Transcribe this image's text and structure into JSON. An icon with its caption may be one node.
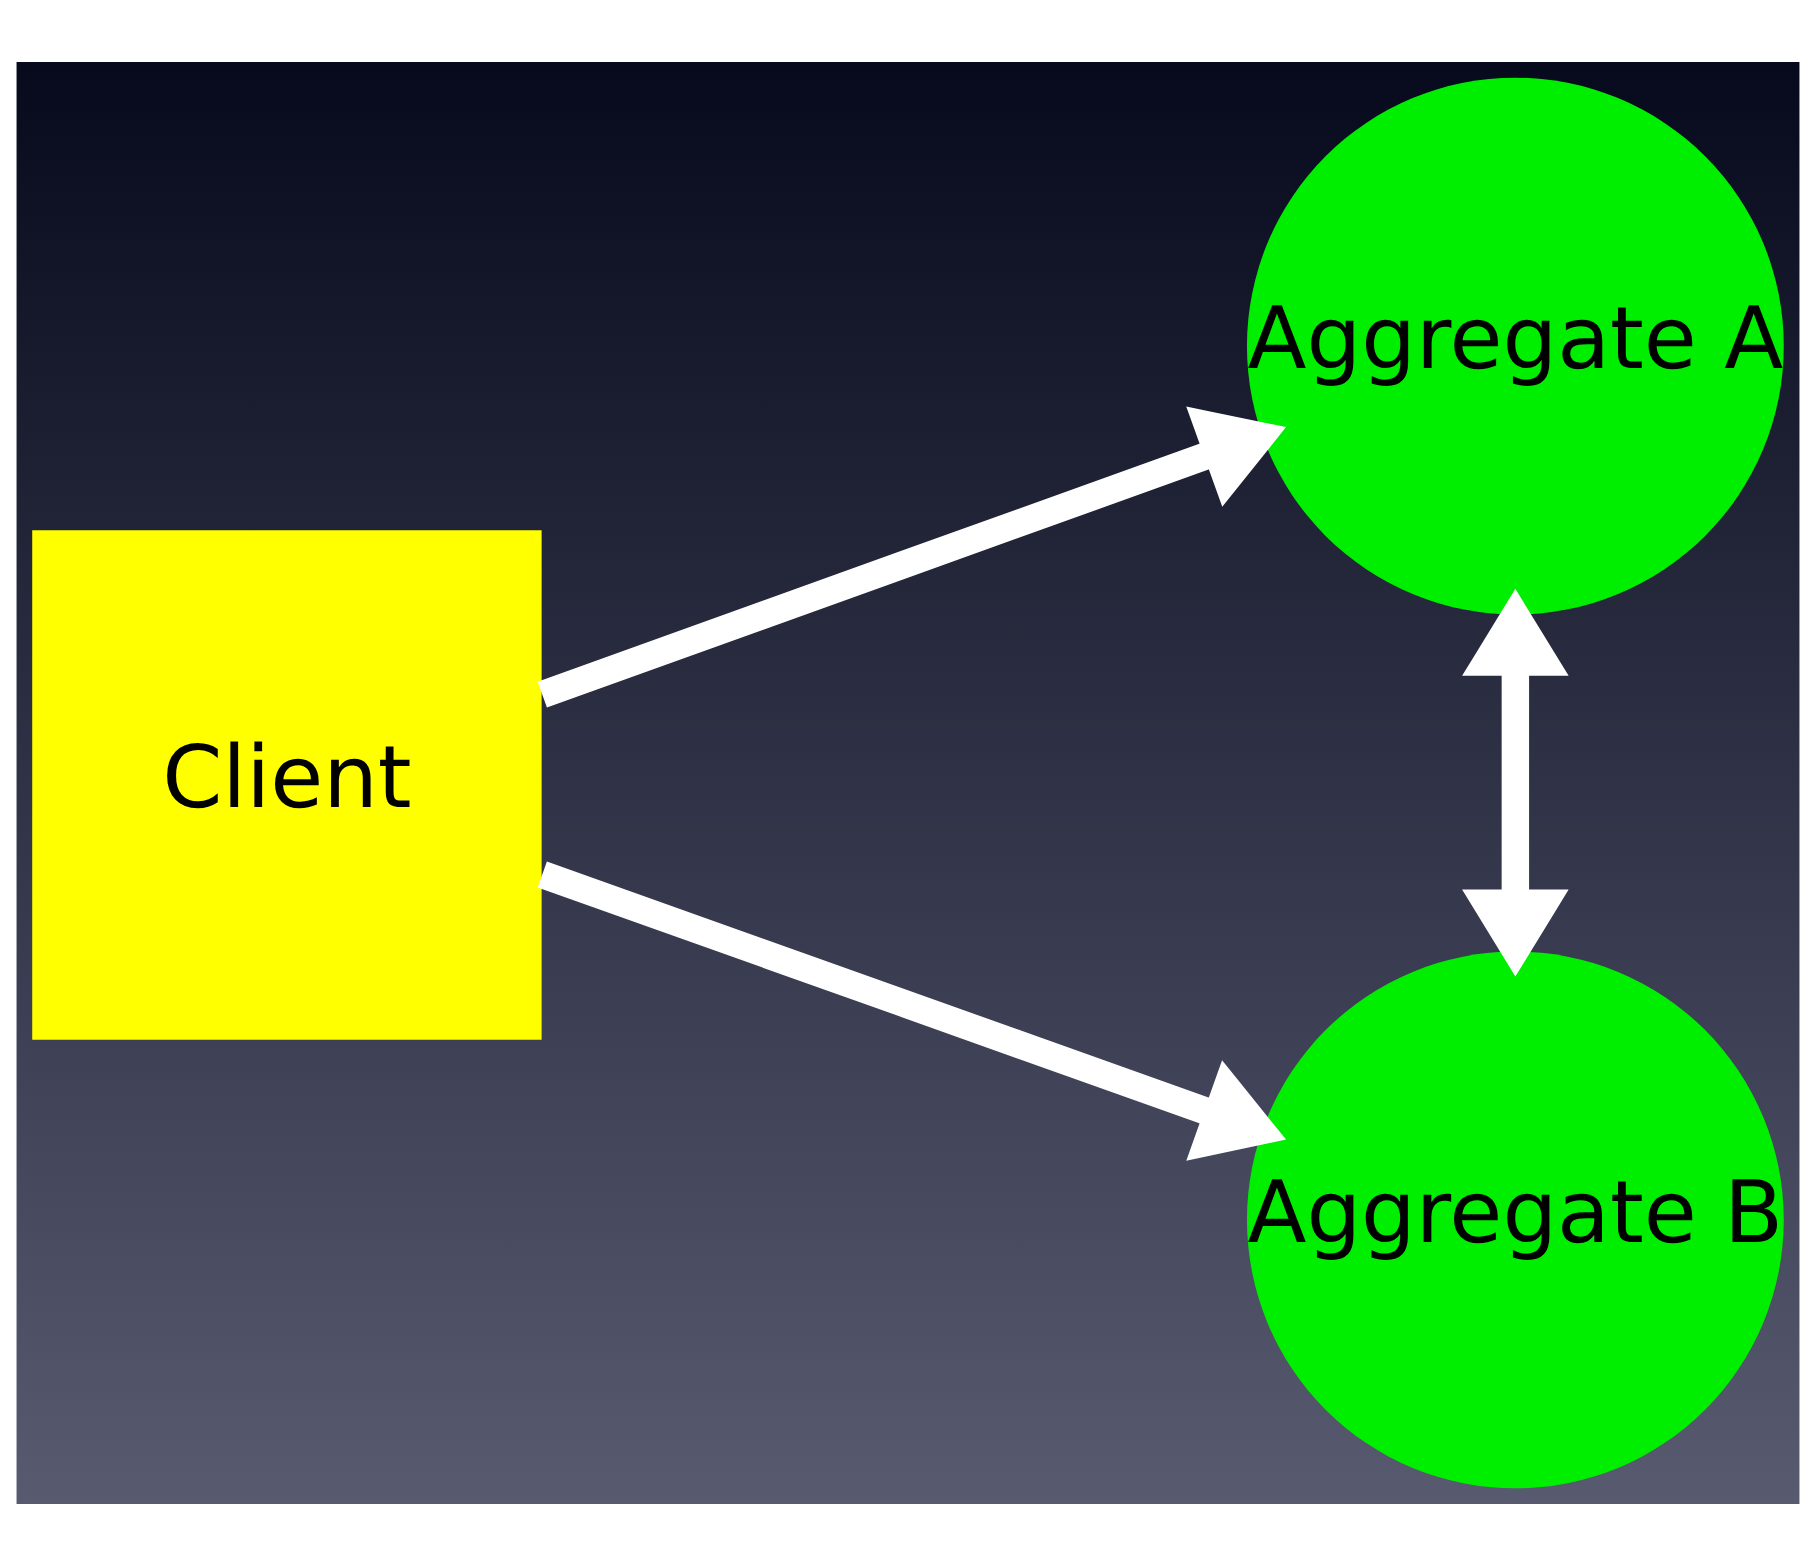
{
  "diagram": {
    "nodes": [
      {
        "text": [
          "Client"
        ]
      },
      {
        "text": [
          "Aggregate A"
        ]
      },
      {
        "text": [
          "Aggregate B"
        ]
      }
    ],
    "edges": [
      {
        "from": 0,
        "to": 1,
        "arrow": "to"
      },
      {
        "from": 0,
        "to": 2,
        "arrow": "to"
      },
      {
        "from": 1,
        "to": 2,
        "arrow": "both"
      }
    ]
  }
}
